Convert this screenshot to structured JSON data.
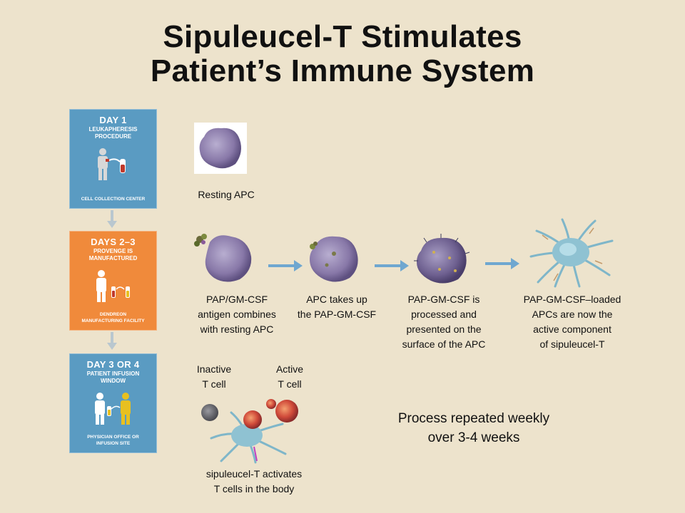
{
  "title": {
    "line1": "Sipuleucel-T Stimulates",
    "line2": "Patient’s Immune System"
  },
  "steps": [
    {
      "day": "DAY 1",
      "subtitle": "LEUKAPHERESIS PROCEDURE",
      "footer": "CELL COLLECTION CENTER",
      "color": "#5a9bc2"
    },
    {
      "day": "DAYS 2–3",
      "subtitle": "PROVENGE IS MANUFACTURED",
      "footer": "DENDREON MANUFACTURING FACILITY",
      "color": "#f08a3b"
    },
    {
      "day": "DAY 3 OR 4",
      "subtitle": "PATIENT INFUSION WINDOW",
      "footer": "PHYSICIAN OFFICE OR INFUSION SITE",
      "color": "#5a9bc2"
    }
  ],
  "captions": {
    "resting_apc": "Resting APC",
    "combine": [
      "PAP/GM-CSF",
      "antigen combines",
      "with resting APC"
    ],
    "takes_up": [
      "APC takes up",
      "the PAP-GM-CSF"
    ],
    "processed": [
      "PAP-GM-CSF is",
      "processed and",
      "presented on the",
      "surface of the APC"
    ],
    "loaded": [
      "PAP-GM-CSF–loaded",
      "APCs are now the",
      "active component",
      "of sipuleucel-T"
    ],
    "inactive": [
      "Inactive",
      "T cell"
    ],
    "active": [
      "Active",
      "T cell"
    ],
    "activates": [
      "sipuleucel-T activates",
      "T cells in the body"
    ]
  },
  "note": [
    "Process repeated weekly",
    "over 3-4 weeks"
  ],
  "colors": {
    "background": "#ede3cc",
    "arrow": "#6fa7d0",
    "apc": "#8d7fae",
    "dendritic": "#7fb6c9"
  }
}
